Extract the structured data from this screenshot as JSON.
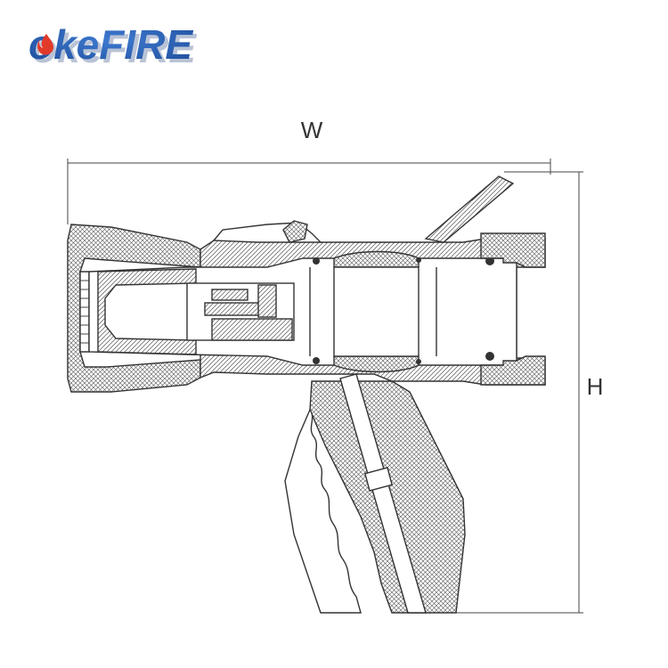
{
  "brand": {
    "name": "okeFIRE",
    "colors": {
      "blue": "#1f4e9c",
      "red": "#e23a2a",
      "shadow": "#b9c3d6"
    }
  },
  "dimensions": {
    "width_label": "W",
    "height_label": "H"
  },
  "drawing": {
    "subject": "fire-nozzle-cross-section",
    "line_color": "#333333"
  }
}
